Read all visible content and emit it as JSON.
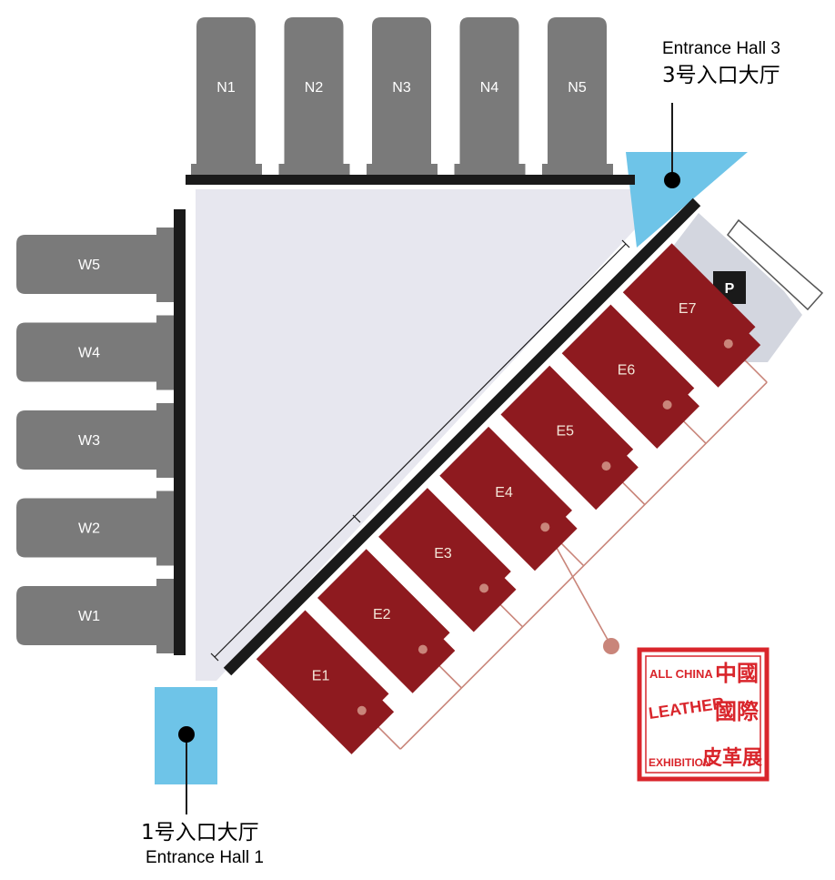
{
  "colors": {
    "west_north_halls": "#7a7a7a",
    "east_halls": "#8e1a1f",
    "entrance": "#6ec4e8",
    "plaza": "#e7e7ef",
    "parking_area": "#d3d6df",
    "walls": "#1a1a1a",
    "connector": "#c9857a",
    "seal": "#d9252b"
  },
  "north_halls": [
    "N1",
    "N2",
    "N3",
    "N4",
    "N5"
  ],
  "west_halls": [
    "W5",
    "W4",
    "W3",
    "W2",
    "W1"
  ],
  "east_halls": [
    "E1",
    "E2",
    "E3",
    "E4",
    "E5",
    "E6",
    "E7"
  ],
  "entrance_hall_1": {
    "name_cn": "1号入口大厅",
    "name_en": "Entrance Hall 1"
  },
  "entrance_hall_3": {
    "name_en": "Entrance Hall 3",
    "name_cn": "3号入口大厅"
  },
  "parking": {
    "label": "P",
    "icon": "parking-icon"
  },
  "seal": {
    "text_en_1": "ALL CHINA",
    "text_en_2": "LEATHER",
    "text_en_3": "EXHIBITION",
    "text_cn_1": "中國",
    "text_cn_2": "國際",
    "text_cn_3": "皮革展"
  }
}
